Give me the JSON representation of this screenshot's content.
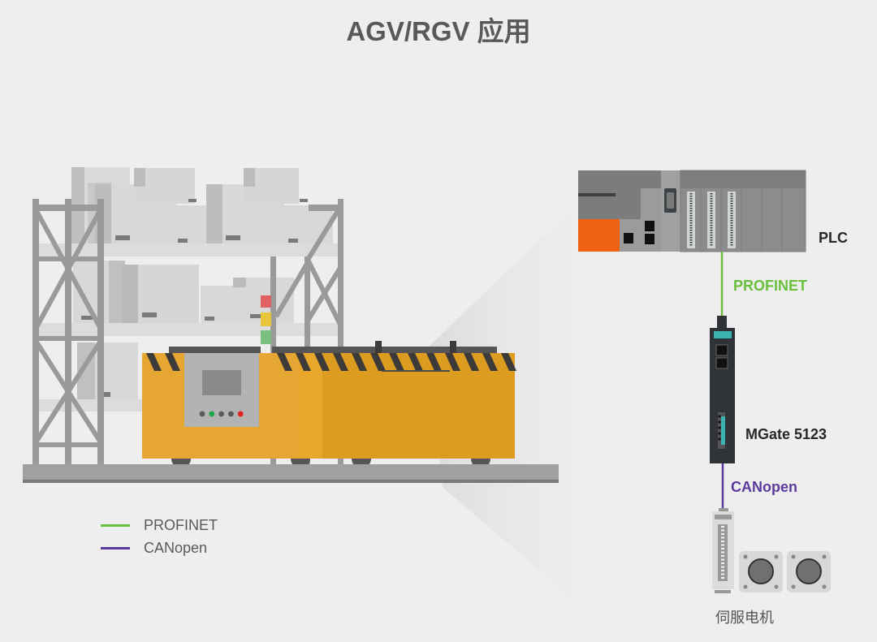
{
  "title": "AGV/RGV 应用",
  "devices": {
    "plc": {
      "label": "PLC"
    },
    "gateway": {
      "label": "MGate 5123"
    },
    "servo": {
      "label": "伺服电机"
    }
  },
  "links": {
    "plc_to_gateway": {
      "protocol": "PROFINET",
      "color": "#6bbf3e"
    },
    "gateway_to_servo": {
      "protocol": "CANopen",
      "color": "#5a3b9c"
    }
  },
  "legend": [
    {
      "label": "PROFINET",
      "color": "#6bbf3e"
    },
    {
      "label": "CANopen",
      "color": "#5a3b9c"
    }
  ],
  "colors": {
    "background": "#eeeeee",
    "agv_body": "#e6a732",
    "agv_body_dark": "#dc9c20",
    "plc_accent": "#ee6212",
    "gateway_body": "#2f3337",
    "gateway_accent": "#3ab3b0"
  },
  "signal_tower": [
    "#e06262",
    "#e7c43a",
    "#7cc07e"
  ],
  "agv_panel_leds": [
    "#5a5a5a",
    "#1aa84a",
    "#5a5a5a",
    "#5a5a5a",
    "#e61e1e"
  ]
}
